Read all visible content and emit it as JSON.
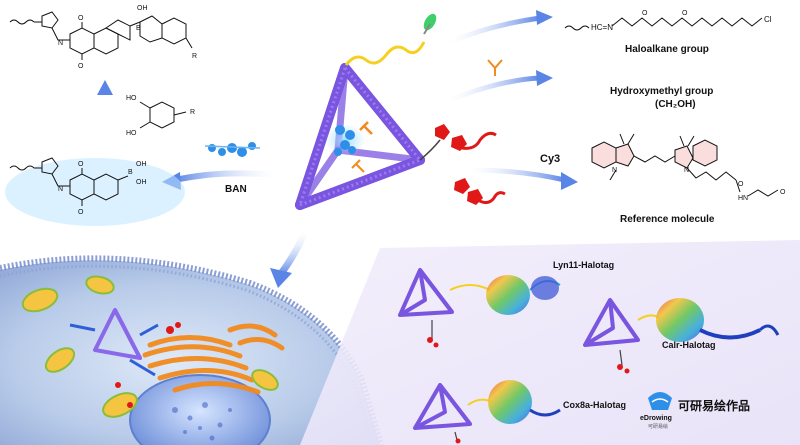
{
  "labels": {
    "haloalkane": "Haloalkane group",
    "hydroxymethyl_line1": "Hydroxymethyl group",
    "hydroxymethyl_line2": "(CH₂OH)",
    "cy3": "Cy3",
    "reference": "Reference molecule",
    "ban": "BAN"
  },
  "proteins": {
    "lyn11": "Lyn11-Halotag",
    "calr": "Calr-Halotag",
    "cox8a": "Cox8a-Halotag"
  },
  "chem": {
    "oh": "OH",
    "b": "B",
    "r": "R",
    "ho_top": "HO",
    "ho_bottom": "HO",
    "n_atoms": "N",
    "o_atom": "O",
    "cl": "Cl",
    "hn": "HN",
    "hc_n": "HC=N",
    "b_oh_oh": "B",
    "oh_label": "OH",
    "h_label": "H"
  },
  "watermark": {
    "brand": "eDrowing",
    "brand_sub": "可研易绘",
    "text": "可研易绘作品"
  },
  "colors": {
    "tetrahedron": "#7a55e0",
    "blue_arrow": "#5a84e6",
    "cy3_red": "#e01818",
    "ban_blue": "#2e8fe8",
    "linker_yellow": "#f5d020",
    "membrane": "#6f86c8"
  }
}
